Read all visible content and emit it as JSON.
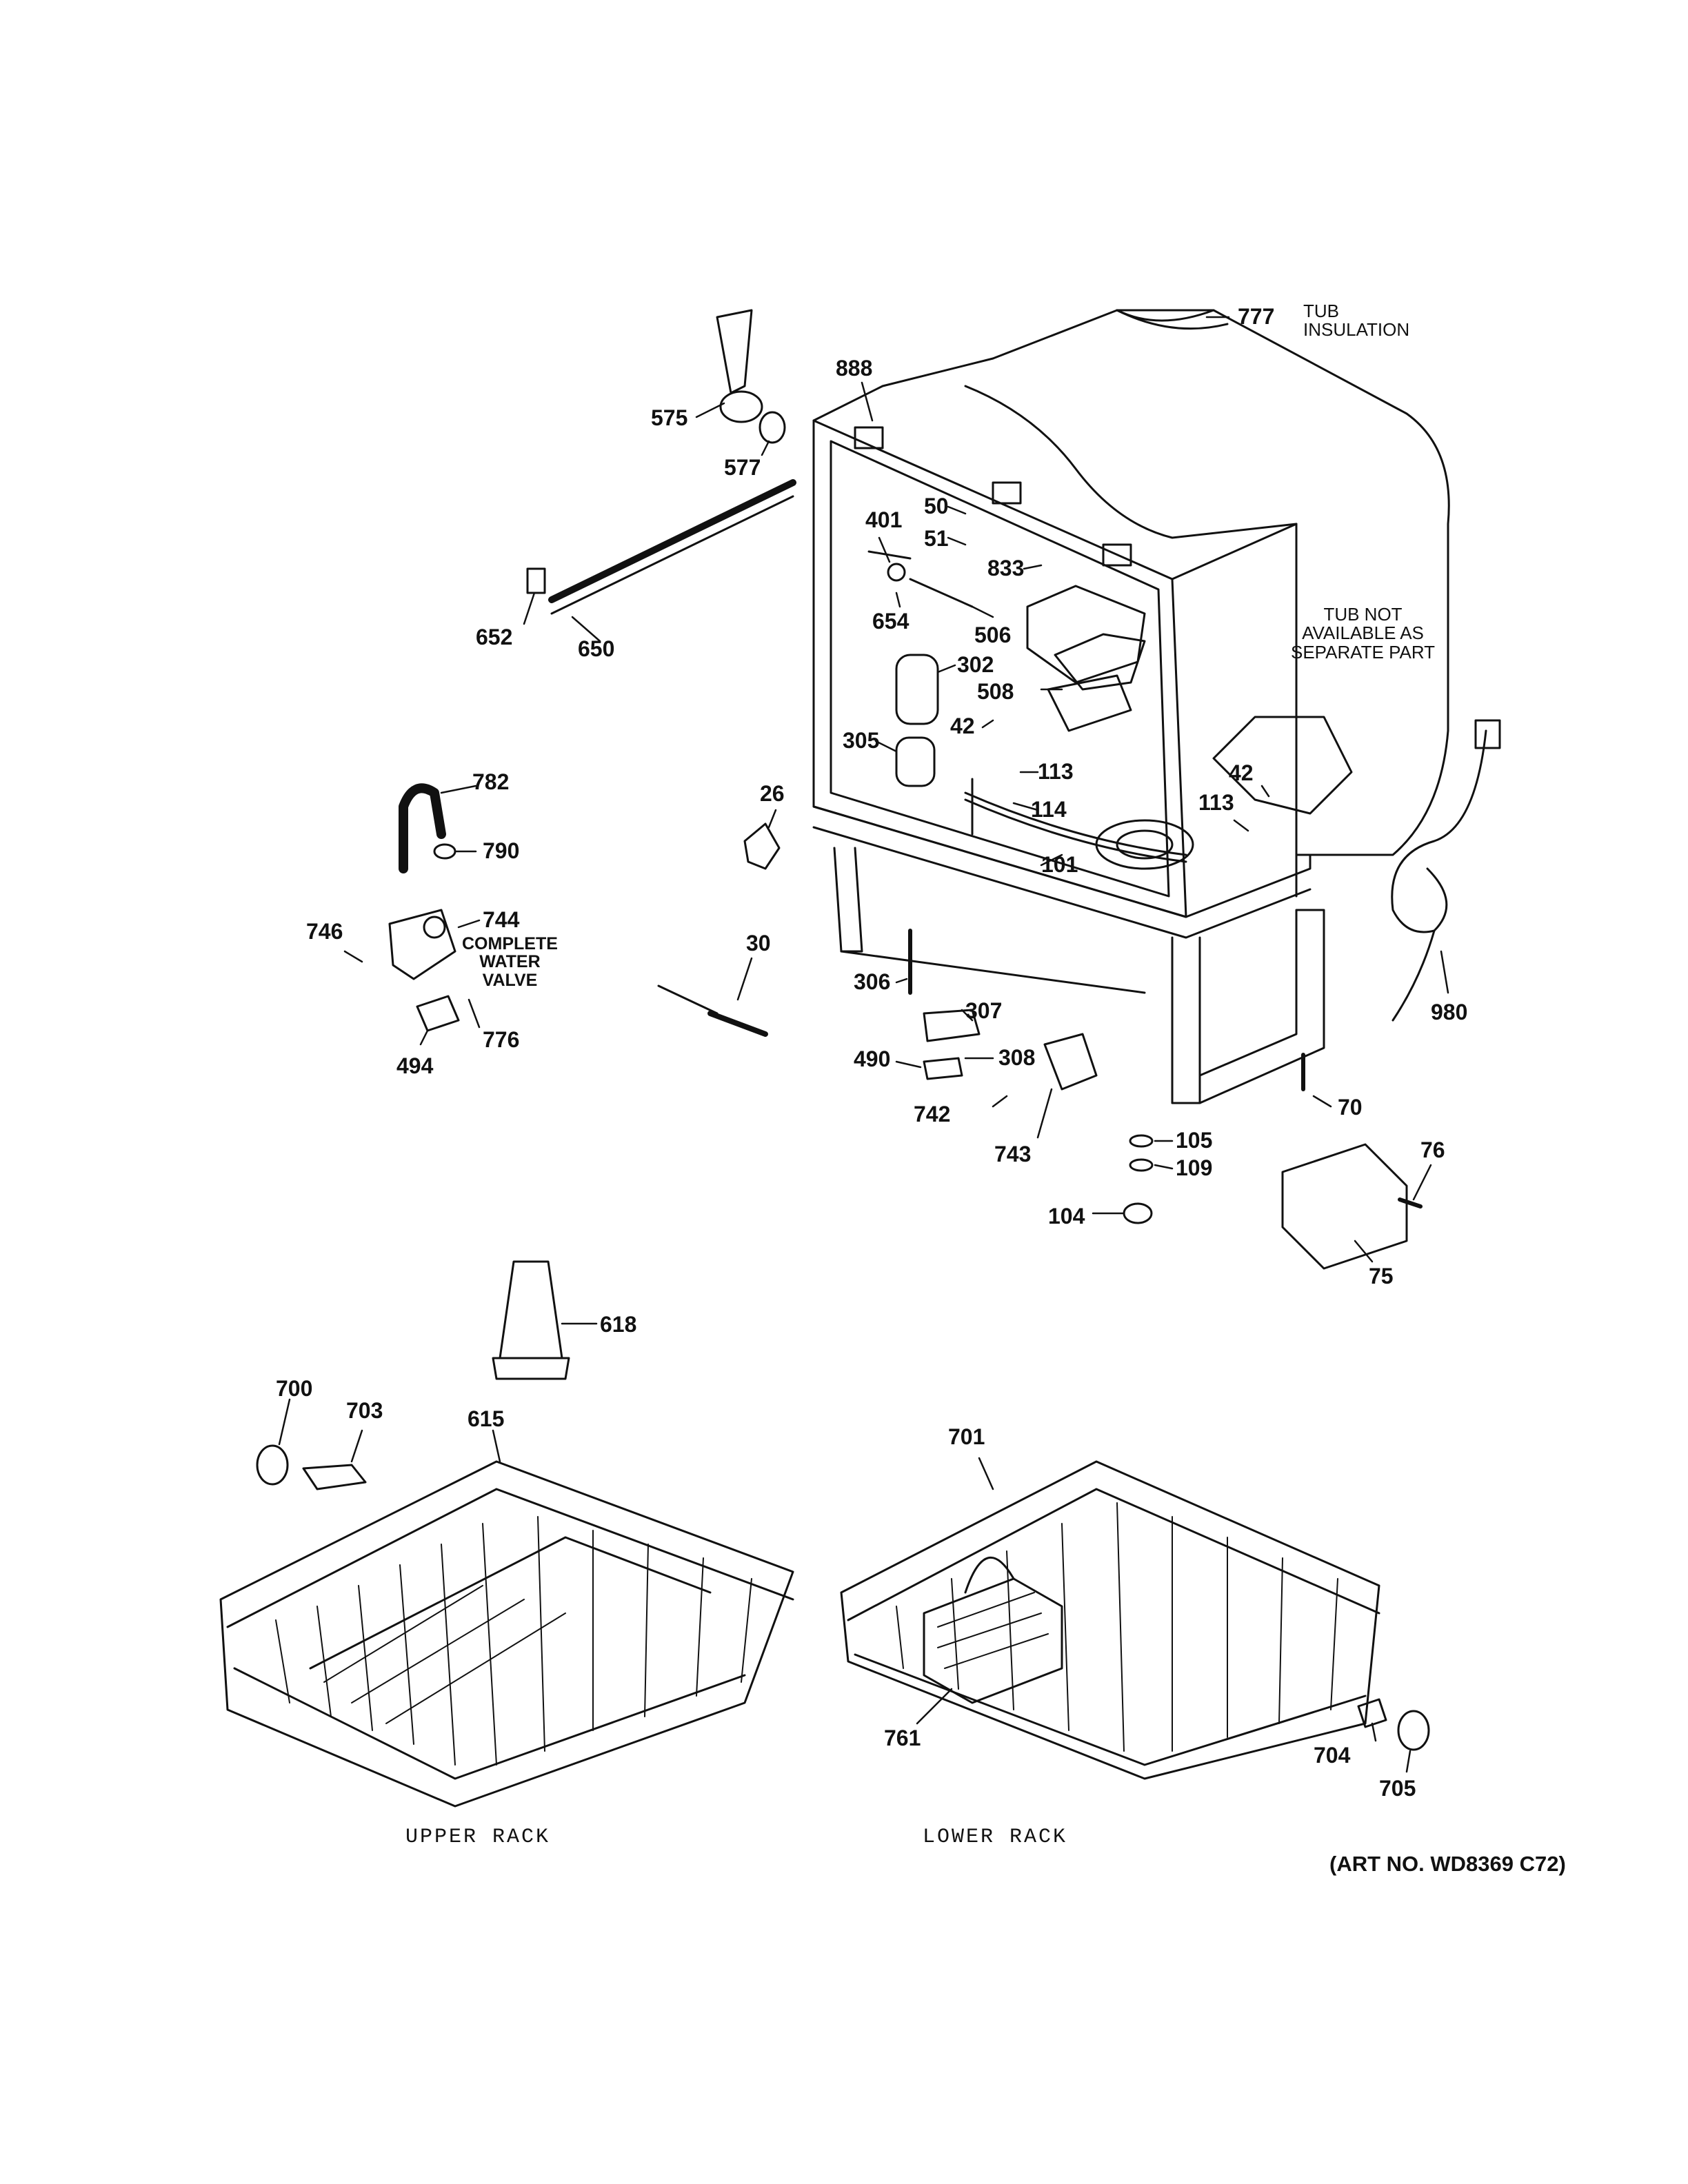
{
  "callouts": {
    "c777": "777",
    "c888": "888",
    "c575": "575",
    "c577": "577",
    "c50": "50",
    "c401": "401",
    "c51": "51",
    "c833": "833",
    "c654": "654",
    "c506": "506",
    "c302": "302",
    "c508": "508",
    "c42a": "42",
    "c305": "305",
    "c113a": "113",
    "c114": "114",
    "c101": "101",
    "c42b": "42",
    "c113b": "113",
    "c26": "26",
    "c652": "652",
    "c650": "650",
    "c782": "782",
    "c790": "790",
    "c746": "746",
    "c744": "744",
    "c494": "494",
    "c776": "776",
    "c30": "30",
    "c306": "306",
    "c307": "307",
    "c490": "490",
    "c308": "308",
    "c742": "742",
    "c743": "743",
    "c105": "105",
    "c109": "109",
    "c104": "104",
    "c70": "70",
    "c76": "76",
    "c75": "75",
    "c980": "980",
    "c618": "618",
    "c700": "700",
    "c703": "703",
    "c615": "615",
    "c701": "701",
    "c761": "761",
    "c704": "704",
    "c705": "705"
  },
  "notes": {
    "tub_insulation_1": "TUB",
    "tub_insulation_2": "INSULATION",
    "tub_note_1": "TUB NOT",
    "tub_note_2": "AVAILABLE AS",
    "tub_note_3": "SEPARATE PART",
    "valve_1": "COMPLETE",
    "valve_2": "WATER",
    "valve_3": "VALVE"
  },
  "captions": {
    "upper_rack": "UPPER RACK",
    "lower_rack": "LOWER RACK",
    "art_no": "(ART NO. WD8369 C72)"
  }
}
